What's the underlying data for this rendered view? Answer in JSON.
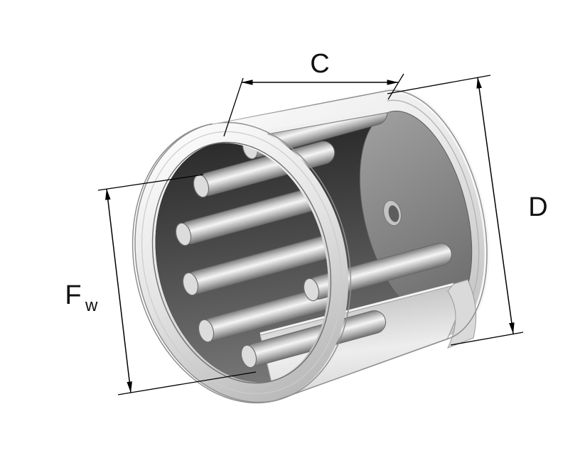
{
  "diagram": {
    "labels": {
      "c": "C",
      "d": "D",
      "fw_main": "F",
      "fw_sub": "w"
    },
    "colors": {
      "background": "#ffffff",
      "line": "#000000",
      "metal_light": "#f5f5f5",
      "metal_mid": "#c9c9c9",
      "metal_dark": "#4a4a4a"
    }
  }
}
